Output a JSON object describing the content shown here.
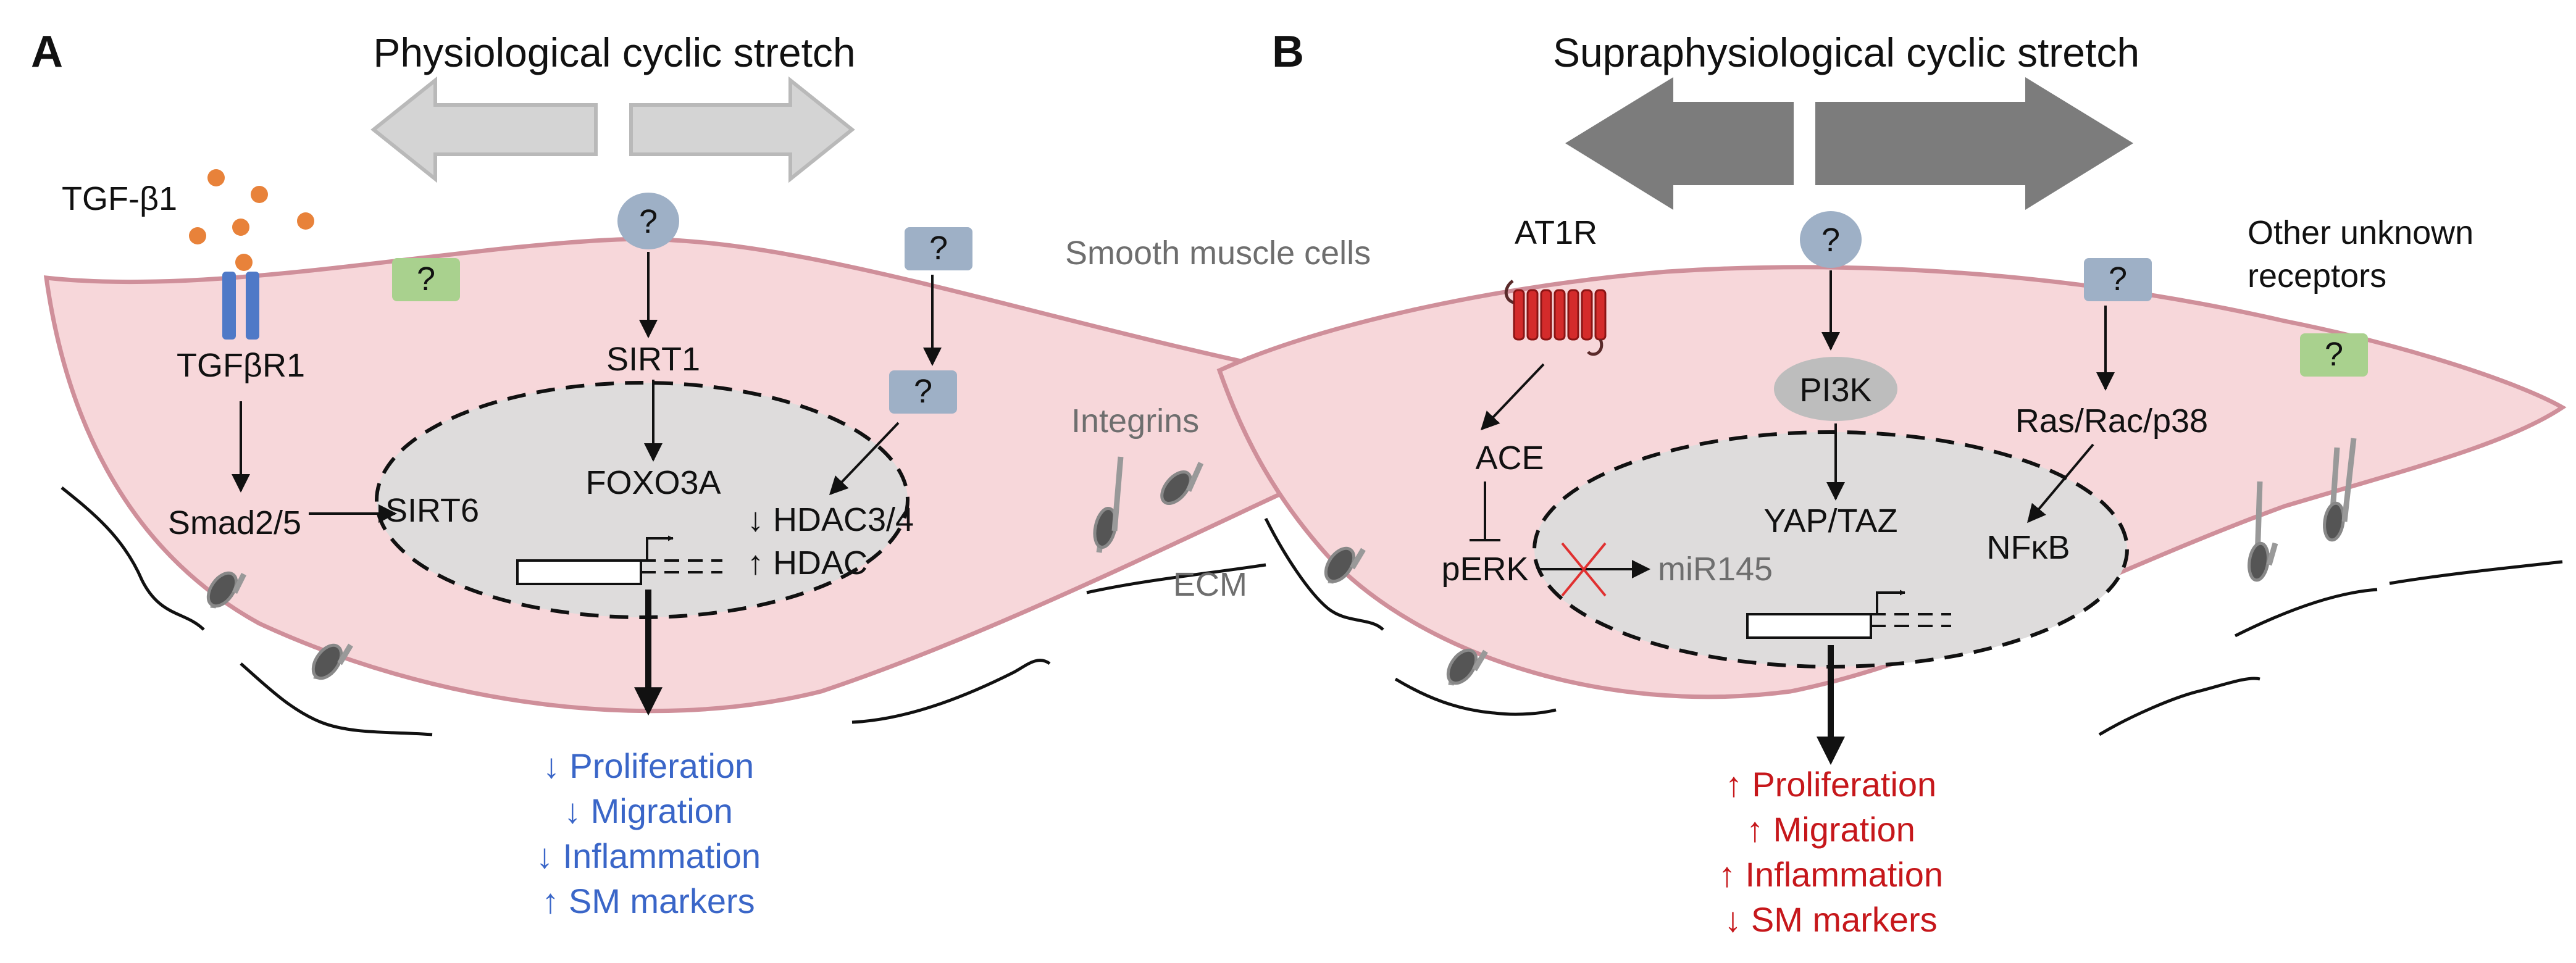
{
  "panels": {
    "a": {
      "letter": "A",
      "title": "Physiological cyclic stretch",
      "ligand": "TGF-β1",
      "receptor": "TGFβR1",
      "unknown_mark": "?",
      "smad": "Smad2/5",
      "sirt6": "SIRT6",
      "sirt1": "SIRT1",
      "foxo3a": "FOXO3A",
      "hdac34": "↓ HDAC3/4",
      "hdac": "↑ HDAC",
      "cell_label": "Smooth muscle cells",
      "integrins_label": "Integrins",
      "ecm_label": "ECM",
      "outcomes": [
        "↓ Proliferation",
        "↓ Migration",
        "↓ Inflammation",
        "↑ SM markers"
      ]
    },
    "b": {
      "letter": "B",
      "title": "Supraphysiological cyclic stretch",
      "at1r": "AT1R",
      "ace": "ACE",
      "perk": "pERK",
      "mir145": "miR145",
      "pi3k": "PI3K",
      "yaptaz": "YAP/TAZ",
      "ras": "Ras/Rac/p38",
      "nfkb": "NFκB",
      "unknown_mark": "?",
      "other_receptors": [
        "Other unknown",
        "receptors"
      ],
      "outcomes": [
        "↑ Proliferation",
        "↑ Migration",
        "↑ Inflammation",
        "↓ SM markers"
      ]
    }
  },
  "colors": {
    "cell_fill": "#f7d7da",
    "cell_stroke": "#cf8f9a",
    "nucleus_fill": "#dedcdc",
    "receptor_blue": "#4f79c7",
    "unknown_green": "#a9d18e",
    "unknown_blue": "#9eb0c6",
    "ligand_orange": "#e8823a",
    "arrow_light": "#d0d0d0",
    "arrow_dark": "#7c7c7c",
    "at1r_red": "#d42b2b",
    "outcome_blue": "#3a66c8",
    "outcome_red": "#c6171b"
  }
}
